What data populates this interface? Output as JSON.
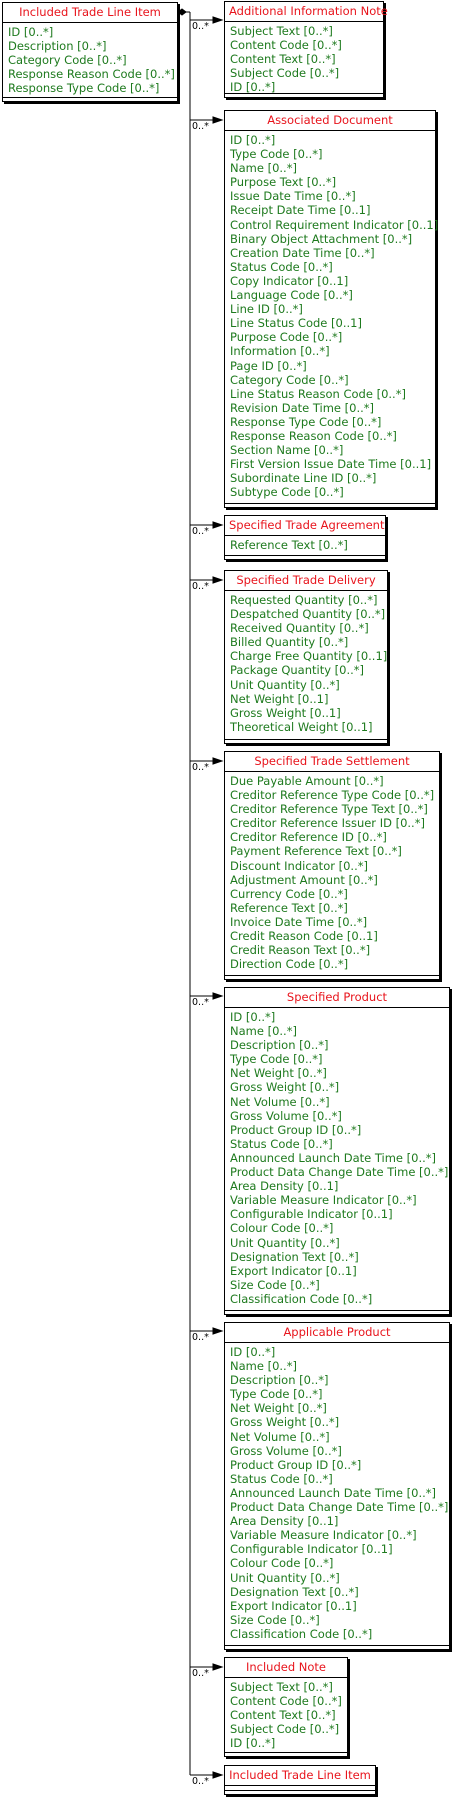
{
  "root": {
    "title": "Included Trade Line Item",
    "attributes": [
      "ID [0..*]",
      "Description [0..*]",
      "Category Code [0..*]",
      "Response Reason Code [0..*]",
      "Response Type Code [0..*]"
    ]
  },
  "associations": [
    {
      "multiplicity": "0..*",
      "title": "Additional Information Note",
      "attributes": [
        "Subject Text [0..*]",
        "Content Code [0..*]",
        "Content Text [0..*]",
        "Subject Code [0..*]",
        "ID [0..*]"
      ]
    },
    {
      "multiplicity": "0..*",
      "title": "Associated Document",
      "attributes": [
        "ID [0..*]",
        "Type Code [0..*]",
        "Name [0..*]",
        "Purpose Text [0..*]",
        "Issue Date Time [0..*]",
        "Receipt Date Time [0..1]",
        "Control Requirement Indicator [0..1]",
        "Binary Object Attachment [0..*]",
        "Creation Date Time [0..*]",
        "Status Code [0..*]",
        "Copy Indicator [0..1]",
        "Language Code [0..*]",
        "Line ID [0..*]",
        "Line Status Code [0..1]",
        "Purpose Code [0..*]",
        "Information [0..*]",
        "Page ID [0..*]",
        "Category Code [0..*]",
        "Line Status Reason Code [0..*]",
        "Revision Date Time [0..*]",
        "Response Type Code [0..*]",
        "Response Reason Code [0..*]",
        "Section Name [0..*]",
        "First Version Issue Date Time [0..1]",
        "Subordinate Line ID [0..*]",
        "Subtype Code [0..*]"
      ]
    },
    {
      "multiplicity": "0..*",
      "title": "Specified Trade Agreement",
      "attributes": [
        "Reference Text [0..*]"
      ]
    },
    {
      "multiplicity": "0..*",
      "title": "Specified Trade Delivery",
      "attributes": [
        "Requested Quantity [0..*]",
        "Despatched Quantity [0..*]",
        "Received Quantity [0..*]",
        "Billed Quantity [0..*]",
        "Charge Free Quantity [0..1]",
        "Package Quantity [0..*]",
        "Unit Quantity [0..*]",
        "Net Weight [0..1]",
        "Gross Weight [0..1]",
        "Theoretical Weight [0..1]"
      ]
    },
    {
      "multiplicity": "0..*",
      "title": "Specified Trade Settlement",
      "attributes": [
        "Due Payable Amount [0..*]",
        "Creditor Reference Type Code [0..*]",
        "Creditor Reference Type Text [0..*]",
        "Creditor Reference Issuer ID [0..*]",
        "Creditor Reference ID [0..*]",
        "Payment Reference Text [0..*]",
        "Discount Indicator [0..*]",
        "Adjustment Amount [0..*]",
        "Currency Code [0..*]",
        "Reference Text [0..*]",
        "Invoice Date Time [0..*]",
        "Credit Reason Code [0..1]",
        "Credit Reason Text [0..*]",
        "Direction Code [0..*]"
      ]
    },
    {
      "multiplicity": "0..*",
      "title": "Specified Product",
      "attributes": [
        "ID [0..*]",
        "Name [0..*]",
        "Description [0..*]",
        "Type Code [0..*]",
        "Net Weight [0..*]",
        "Gross Weight [0..*]",
        "Net Volume [0..*]",
        "Gross Volume [0..*]",
        "Product Group ID [0..*]",
        "Status Code [0..*]",
        "Announced Launch Date Time [0..*]",
        "Product Data Change Date Time [0..*]",
        "Area Density [0..1]",
        "Variable Measure Indicator [0..*]",
        "Configurable Indicator [0..1]",
        "Colour Code [0..*]",
        "Unit Quantity [0..*]",
        "Designation Text [0..*]",
        "Export Indicator [0..1]",
        "Size Code [0..*]",
        "Classification Code [0..*]"
      ]
    },
    {
      "multiplicity": "0..*",
      "title": "Applicable Product",
      "attributes": [
        "ID [0..*]",
        "Name [0..*]",
        "Description [0..*]",
        "Type Code [0..*]",
        "Net Weight [0..*]",
        "Gross Weight [0..*]",
        "Net Volume [0..*]",
        "Gross Volume [0..*]",
        "Product Group ID [0..*]",
        "Status Code [0..*]",
        "Announced Launch Date Time [0..*]",
        "Product Data Change Date Time [0..*]",
        "Area Density [0..1]",
        "Variable Measure Indicator [0..*]",
        "Configurable Indicator [0..1]",
        "Colour Code [0..*]",
        "Unit Quantity [0..*]",
        "Designation Text [0..*]",
        "Export Indicator [0..1]",
        "Size Code [0..*]",
        "Classification Code [0..*]"
      ]
    },
    {
      "multiplicity": "0..*",
      "title": "Included Note",
      "attributes": [
        "Subject Text [0..*]",
        "Content Code [0..*]",
        "Content Text [0..*]",
        "Subject Code [0..*]",
        "ID [0..*]"
      ]
    },
    {
      "multiplicity": "0..*",
      "title": "Included Trade Line Item",
      "attributes": []
    }
  ],
  "colors": {
    "title": "#e8141c",
    "attribute": "#1e7a1e",
    "line": "#000000"
  }
}
